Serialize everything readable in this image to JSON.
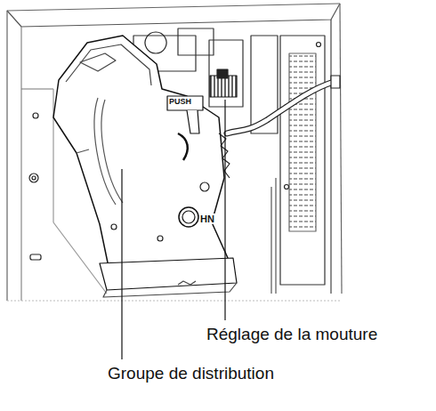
{
  "diagram": {
    "labels": [
      "PUSH",
      "HN",
      "Réglage de la mouture",
      "Groupe de distribution"
    ]
  }
}
